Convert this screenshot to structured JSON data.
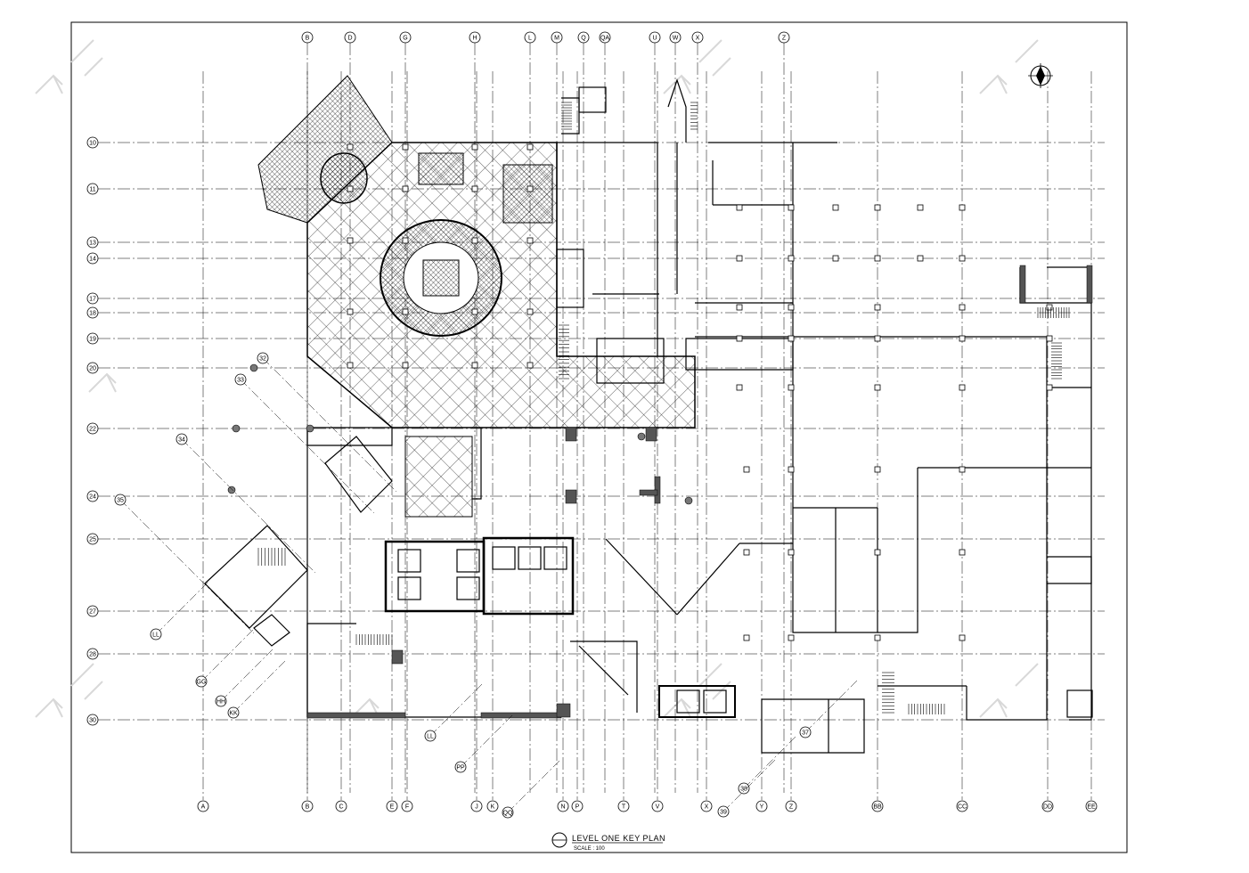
{
  "drawing": {
    "title": "LEVEL ONE KEY PLAN",
    "scale": "SCALE : 100"
  },
  "grid_top": [
    "B",
    "D",
    "G",
    "H",
    "L",
    "M",
    "Q",
    "QA",
    "U",
    "W",
    "X",
    "Z"
  ],
  "grid_bottom": [
    "A",
    "B",
    "C",
    "E",
    "F",
    "J",
    "K",
    "N",
    "P",
    "T",
    "V",
    "X",
    "Y",
    "Z",
    "BB",
    "CC",
    "DD",
    "EE"
  ],
  "grid_left": [
    "10",
    "11",
    "13",
    "14",
    "17",
    "18",
    "19",
    "20",
    "22",
    "24",
    "25",
    "27",
    "28",
    "30"
  ],
  "grid_angled": [
    "32",
    "33",
    "34",
    "35",
    "LL",
    "GG",
    "HH",
    "KK",
    "LL",
    "PP",
    "QQ",
    "38",
    "39",
    "37"
  ],
  "colors": {
    "ink": "#000000",
    "paper": "#ffffff",
    "wall": "#555555",
    "watermark": "#d8d8d8"
  },
  "icons": [
    "north-arrow-icon"
  ]
}
